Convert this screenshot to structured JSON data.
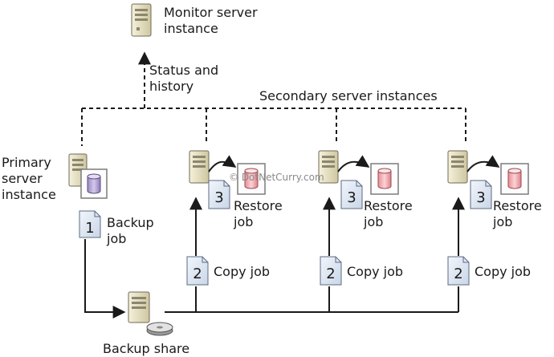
{
  "monitor": {
    "label": "Monitor server\ninstance"
  },
  "status_history": {
    "label": "Status and\nhistory"
  },
  "secondary_group": {
    "label": "Secondary server instances"
  },
  "primary": {
    "label": "Primary\nserver\ninstance"
  },
  "backup_job": {
    "number": "1",
    "label": "Backup\njob"
  },
  "backup_share": {
    "label": "Backup share"
  },
  "secondaries": [
    {
      "restore_number": "3",
      "restore_label": "Restore\njob",
      "copy_number": "2",
      "copy_label": "Copy job"
    },
    {
      "restore_number": "3",
      "restore_label": "Restore\njob",
      "copy_number": "2",
      "copy_label": "Copy job"
    },
    {
      "restore_number": "3",
      "restore_label": "Restore\njob",
      "copy_number": "2",
      "copy_label": "Copy job"
    }
  ],
  "watermark": "© DotNetCurry.com",
  "colors": {
    "server_body": "#ebe5c4",
    "primary_db": "#b7a6d4",
    "secondary_db": "#f4b3b8",
    "doc_icon": "#dbe5f2",
    "line": "#1a1a1a"
  }
}
